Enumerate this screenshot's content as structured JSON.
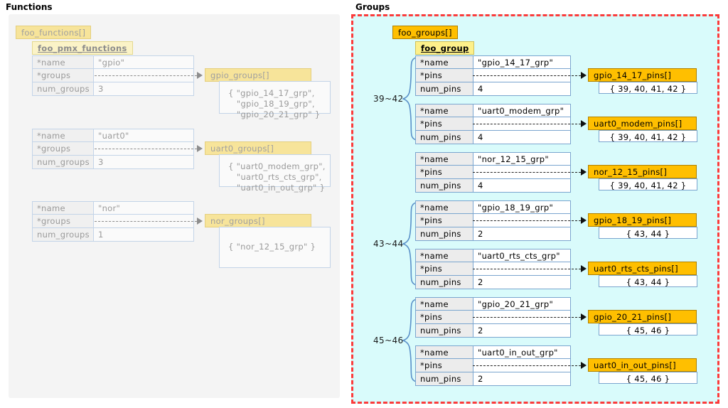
{
  "panels": {
    "functions": {
      "title": "Functions"
    },
    "groups": {
      "title": "Groups"
    }
  },
  "colors": {
    "array_header_left": "#f7e49a",
    "struct_header_left": "#fbf3c7",
    "array_header_right": "#ffbf00",
    "struct_header_right": "#fdf08a",
    "groups_panel_bg": "#d9fbfb",
    "groups_panel_border": "#fb3b3b",
    "functions_panel_bg": "#f4f4f4",
    "table_border": "#7aa5cf",
    "brace": "#5a90c8"
  },
  "functions": {
    "array_label": "foo_functions[]",
    "struct_label": "foo_pmx_functions",
    "field_keys": {
      "name": "*name",
      "groups": "*groups",
      "num": "num_groups"
    },
    "entries": [
      {
        "name": "\"gpio\"",
        "num_groups": "3",
        "target_label": "gpio_groups[]",
        "target_contents": "{ \"gpio_14_17_grp\",\n   \"gpio_18_19_grp\",\n   \"gpio_20_21_grp\" }"
      },
      {
        "name": "\"uart0\"",
        "num_groups": "3",
        "target_label": "uart0_groups[]",
        "target_contents": "{ \"uart0_modem_grp\",\n   \"uart0_rts_cts_grp\",\n   \"uart0_in_out_grp\" }"
      },
      {
        "name": "\"nor\"",
        "num_groups": "1",
        "target_label": "nor_groups[]",
        "target_contents": "{ \"nor_12_15_grp\" }"
      }
    ]
  },
  "groups": {
    "array_label": "foo_groups[]",
    "struct_label": "foo_group",
    "field_keys": {
      "name": "*name",
      "pins": "*pins",
      "num": "num_pins"
    },
    "ranges": [
      {
        "label": "39~42"
      },
      {
        "label": "43~44"
      },
      {
        "label": "45~46"
      }
    ],
    "entries": [
      {
        "name": "\"gpio_14_17_grp\"",
        "num_pins": "4",
        "target_label": "gpio_14_17_pins[]",
        "target_contents": "{ 39, 40, 41, 42 }"
      },
      {
        "name": "\"uart0_modem_grp\"",
        "num_pins": "4",
        "target_label": "uart0_modem_pins[]",
        "target_contents": "{ 39, 40, 41, 42 }"
      },
      {
        "name": "\"nor_12_15_grp\"",
        "num_pins": "4",
        "target_label": "nor_12_15_pins[]",
        "target_contents": "{ 39, 40, 41, 42 }"
      },
      {
        "name": "\"gpio_18_19_grp\"",
        "num_pins": "2",
        "target_label": "gpio_18_19_pins[]",
        "target_contents": "{ 43, 44 }"
      },
      {
        "name": "\"uart0_rts_cts_grp\"",
        "num_pins": "2",
        "target_label": "uart0_rts_cts_pins[]",
        "target_contents": "{ 43, 44 }"
      },
      {
        "name": "\"gpio_20_21_grp\"",
        "num_pins": "2",
        "target_label": "gpio_20_21_pins[]",
        "target_contents": "{ 45, 46 }"
      },
      {
        "name": "\"uart0_in_out_grp\"",
        "num_pins": "2",
        "target_label": "uart0_in_out_pins[]",
        "target_contents": "{ 45, 46 }"
      }
    ]
  }
}
